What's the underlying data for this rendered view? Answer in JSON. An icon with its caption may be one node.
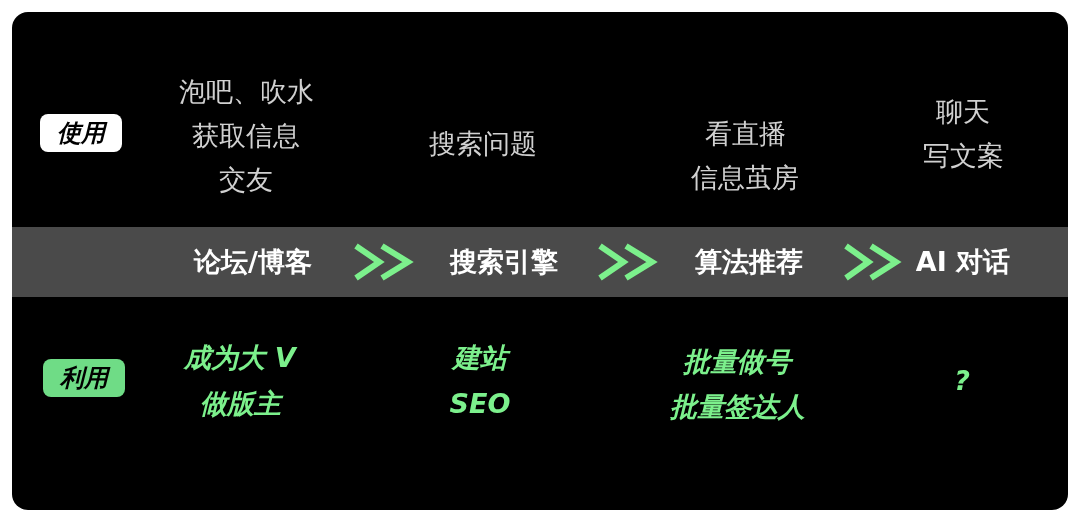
{
  "diagram": {
    "nodes": [
      {
        "text": [
          "论坛/博客"
        ]
      },
      {
        "text": [
          "搜索引擎"
        ]
      },
      {
        "text": [
          "算法推荐"
        ]
      },
      {
        "text": [
          "AI 对话"
        ]
      }
    ],
    "edges": [
      {
        "from": 0,
        "to": 1,
        "arrow": "to"
      },
      {
        "from": 1,
        "to": 2,
        "arrow": "to"
      },
      {
        "from": 2,
        "to": 3,
        "arrow": "to"
      }
    ],
    "labels": [
      "使用",
      "泡吧、吹水",
      "获取信息",
      "交友",
      "搜索问题",
      "看直播",
      "信息茧房",
      "聊天",
      "写文案",
      "利用",
      "成为大 V",
      "做版主",
      "建站",
      "SEO",
      "批量做号",
      "批量签达人",
      "?"
    ]
  }
}
